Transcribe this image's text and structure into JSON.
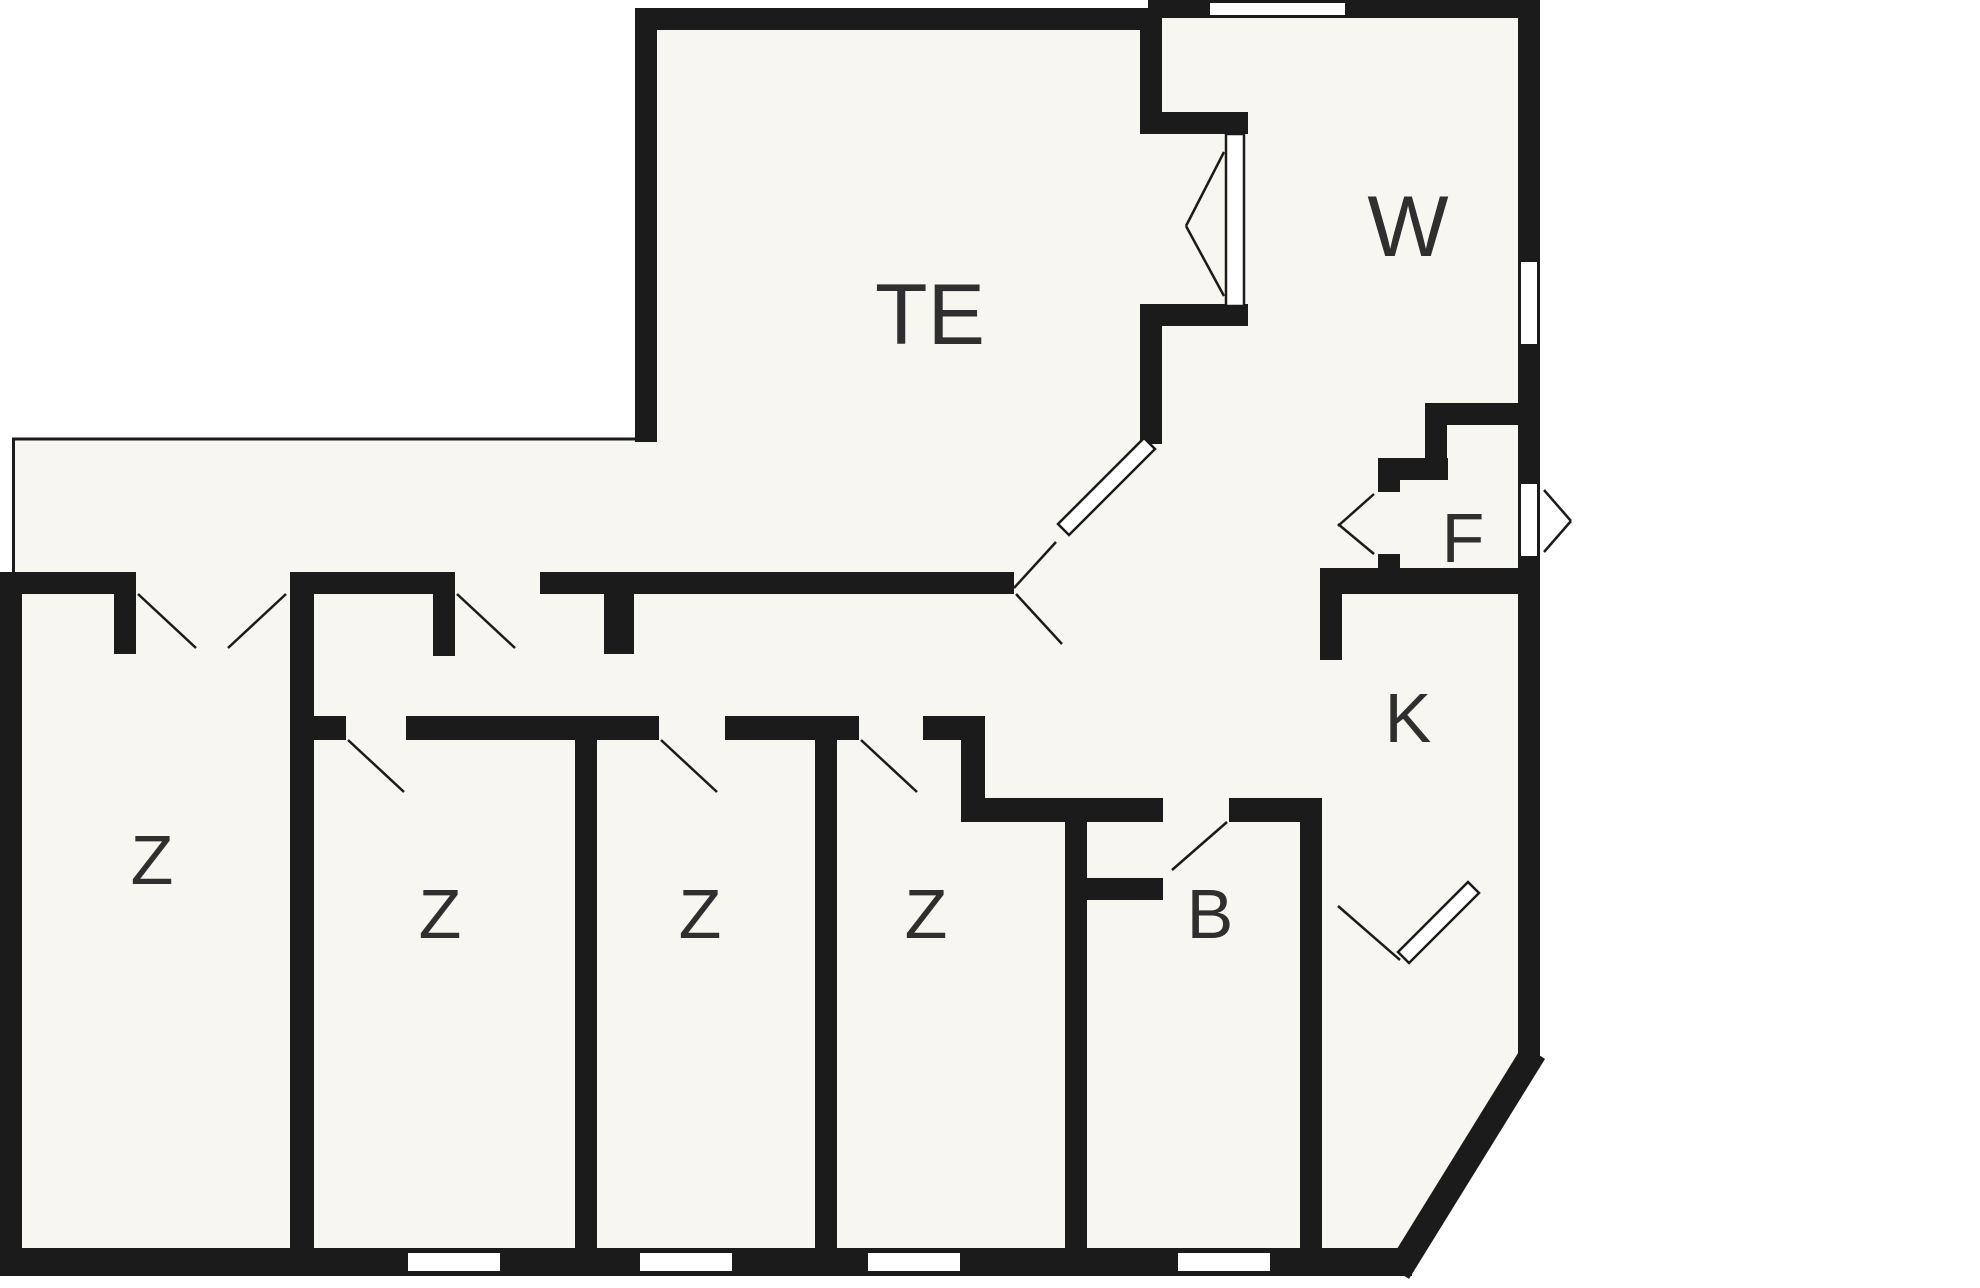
{
  "document": {
    "type": "floor-plan"
  },
  "colors": {
    "wall": "#1b1b1b",
    "floor": "#f7f6f0",
    "background": "#ffffff",
    "label": "#2f2f2f"
  },
  "rooms": [
    {
      "id": "te",
      "label": "TE"
    },
    {
      "id": "w",
      "label": "W"
    },
    {
      "id": "f",
      "label": "F"
    },
    {
      "id": "k",
      "label": "K"
    },
    {
      "id": "b",
      "label": "B"
    },
    {
      "id": "z1",
      "label": "Z"
    },
    {
      "id": "z2",
      "label": "Z"
    },
    {
      "id": "z3",
      "label": "Z"
    },
    {
      "id": "z4",
      "label": "Z"
    }
  ]
}
